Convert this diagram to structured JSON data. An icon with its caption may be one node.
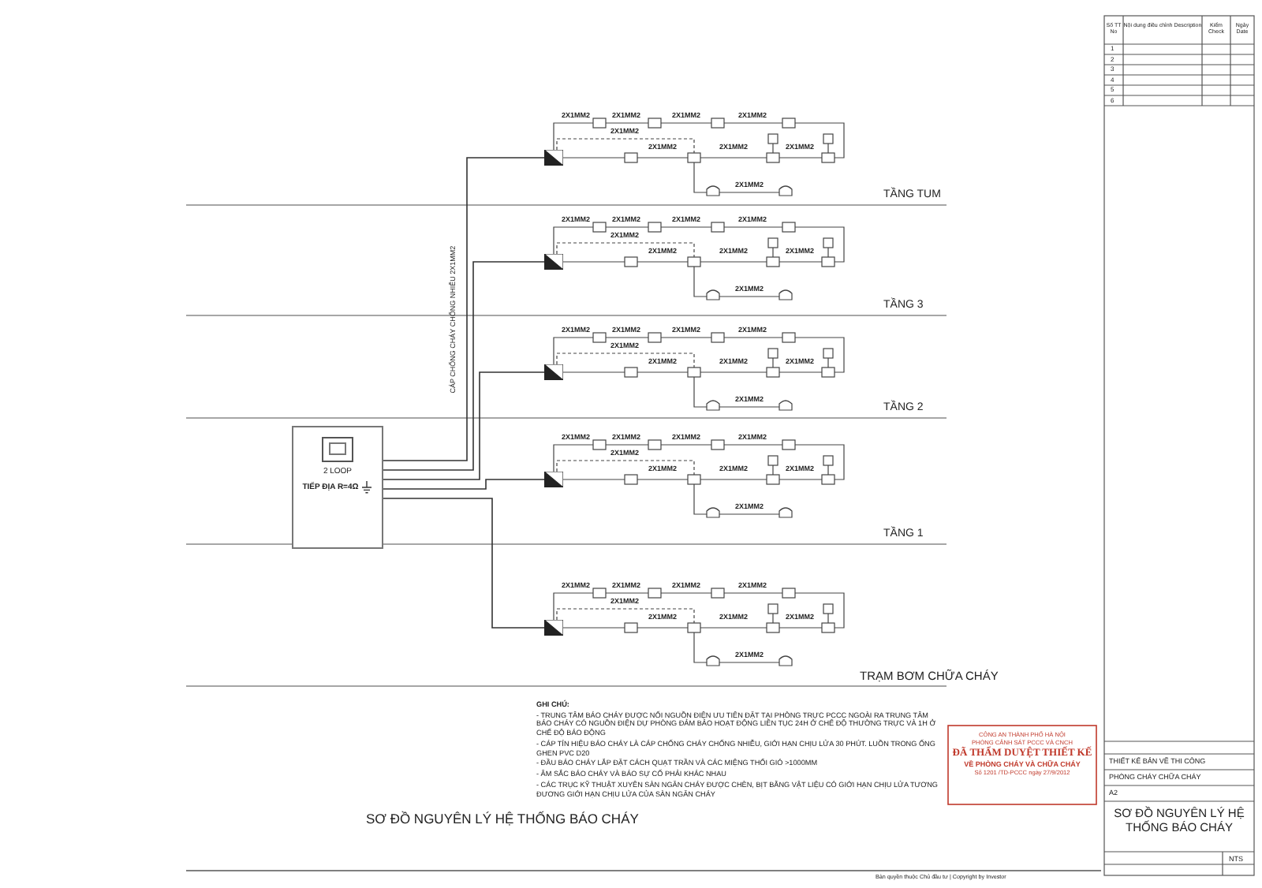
{
  "diagram": {
    "title": "SƠ ĐỒ NGUYÊN LÝ HỆ THỐNG BÁO CHÁY",
    "nodes": [
      {
        "text": [
          "2 LOOP",
          "TIẾP ĐỊA R=4Ω"
        ]
      },
      {
        "text": [],
        "shape": "triangle"
      },
      {
        "text": [],
        "shape": "triangle"
      },
      {
        "text": [],
        "shape": "triangle"
      },
      {
        "text": [],
        "shape": "triangle"
      },
      {
        "text": [],
        "shape": "triangle"
      }
    ],
    "edges": [
      {
        "from": 0,
        "to": 1,
        "arrow": "none"
      },
      {
        "from": 0,
        "to": 2,
        "arrow": "none"
      },
      {
        "from": 0,
        "to": 3,
        "arrow": "none"
      },
      {
        "from": 0,
        "to": 4,
        "arrow": "none"
      },
      {
        "from": 0,
        "to": 5,
        "arrow": "none"
      }
    ],
    "labels": [
      "2X1MM2",
      "2X1MM2",
      "2X1MM2",
      "2X1MM2",
      "2X1MM2",
      "2X1MM2",
      "2X1MM2",
      "2X1MM2",
      "2X1MM2",
      "2X1MM2",
      "2X1MM2",
      "2X1MM2",
      "2X1MM2",
      "2X1MM2",
      "2X1MM2",
      "2X1MM2",
      "2X1MM2",
      "2X1MM2",
      "2X1MM2",
      "2X1MM2",
      "2X1MM2",
      "2X1MM2",
      "2X1MM2",
      "2X1MM2",
      "2X1MM2",
      "2X1MM2",
      "2X1MM2",
      "2X1MM2",
      "2X1MM2",
      "2X1MM2",
      "2X1MM2",
      "2X1MM2",
      "2X1MM2",
      "2X1MM2",
      "2X1MM2",
      "2X1MM2",
      "2X1MM2",
      "2X1MM2",
      "2X1MM2",
      "2X1MM2",
      "2X1MM2",
      "2X1MM2",
      "2X1MM2",
      "2X1MM2",
      "2X1MM2",
      "TẦNG TUM",
      "TẦNG 3",
      "TẦNG 2",
      "TẦNG 1",
      "TRẠM BƠM CHỮA CHÁY",
      "CÁP CHỐNG CHÁY CHỐNG NHIỄU 2X1MM2",
      "GHI CHÚ:",
      "- TRUNG TÂM BÁO CHÁY ĐƯỢC NỐI NGUỒN ĐIỆN ƯU TIÊN ĐẶT TẠI PHÒNG TRỰC PCCC NGOÀI RA TRUNG TÂM BÁO CHÁY CÓ NGUỒN ĐIỆN DỰ PHÒNG ĐẢM BẢO HOẠT ĐỘNG LIÊN TỤC 24H Ở CHẾ ĐỘ THƯỜNG TRỰC VÀ 1H Ở CHẾ ĐỘ BÁO ĐỘNG",
      "- CÁP TÍN HIỆU BÁO CHÁY LÀ CÁP CHỐNG CHÁY CHỐNG NHIỄU, GIỚI HẠN CHỊU LỬA 30 PHÚT. LUỒN TRONG ỐNG GHEN PVC D20",
      "- ĐẦU BÁO CHÁY LẮP ĐẶT CÁCH QUẠT TRẦN VÀ CÁC MIỆNG THỔI GIÓ >1000MM",
      "- ÂM SẮC BÁO CHÁY VÀ BÁO SỰ CỐ PHẢI KHÁC NHAU",
      "- CÁC TRỤC KỸ THUẬT XUYÊN SÀN NGĂN CHÁY ĐƯỢC CHÈN, BỊT BẰNG VẬT LIỆU CÓ GIỚI HẠN CHỊU LỬA TƯƠNG ĐƯƠNG GIỚI HẠN CHỊU LỬA CỦA SÀN NGĂN CHÁY",
      "CÔNG AN THÀNH PHỐ HÀ NỘI",
      "PHÒNG CẢNH SÁT PCCC VÀ CNCH",
      "ĐÃ THẨM DUYỆT THIẾT KẾ",
      "VỀ PHÒNG CHÁY VÀ CHỮA CHÁY",
      "Số 1201 /TD-PCCC ngày 27/9/2012",
      "Bản quyền thuộc Chủ đầu tư | Copyright by Investor",
      "Số TT No",
      "Nội dung điều chỉnh Description",
      "Kiểm Check",
      "Ngày Date",
      "1",
      "2",
      "3",
      "4",
      "5",
      "6",
      "THIẾT KẾ BẢN VẼ THI CÔNG",
      "PHÒNG CHÁY CHỮA CHÁY",
      "A2",
      "SƠ ĐỒ NGUYÊN LÝ HỆ THỐNG BÁO CHÁY",
      "NTS"
    ]
  }
}
